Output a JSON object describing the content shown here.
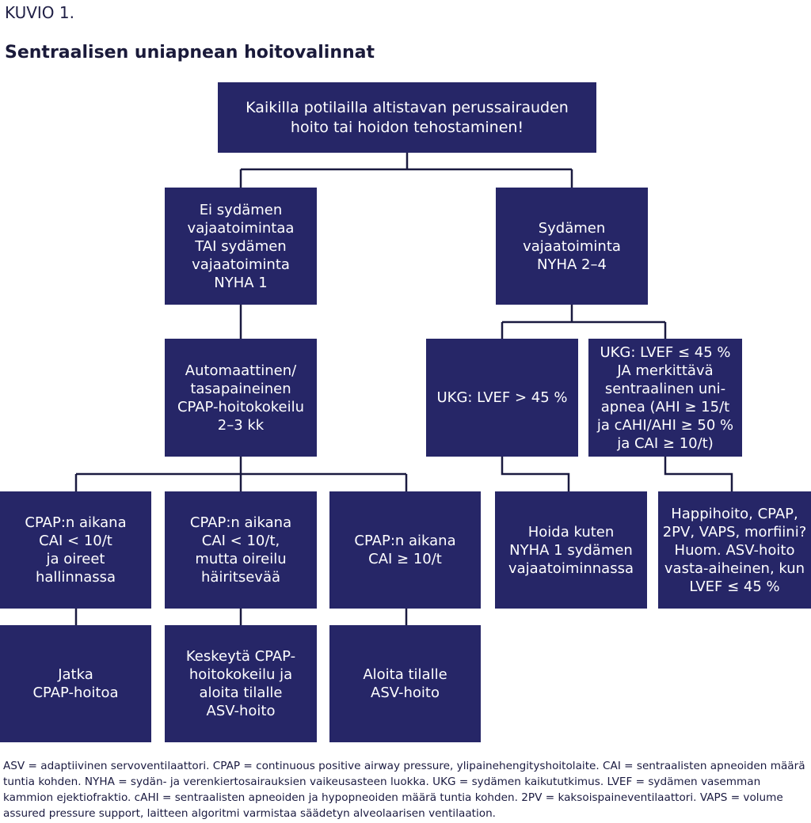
{
  "header": {
    "figure_label": "KUVIO 1.",
    "title": "Sentraalisen uniapnean hoitovalinnat"
  },
  "boxes": {
    "root": "Kaikilla potilailla altistavan perussairauden\nhoito tai hoidon tehostaminen!",
    "no_heart_failure": "Ei sydämen\nvajaatoimintaa\nTAI sydämen\nvajaatoiminta\nNYHA 1",
    "heart_failure": "Sydämen\nvajaatoiminta\nNYHA 2–4",
    "cpap_trial": "Automaattinen/\ntasapaineinen\nCPAP-hoitokokeilu\n2–3 kk",
    "lvef_over_45": "UKG: LVEF > 45 %",
    "lvef_under_45": "UKG: LVEF ≤ 45 %\nJA merkittävä\nsentraalinen uni-\napnea (AHI ≥ 15/t\nja cAHI/AHI ≥ 50 %\nja CAI ≥ 10/t)",
    "cpap_controlled": "CPAP:n aikana\nCAI < 10/t\nja oireet\nhallinnassa",
    "cpap_disturbing": "CPAP:n aikana\nCAI < 10/t,\nmutta oireilu\nhäiritsevää",
    "cpap_cai_high": "CPAP:n aikana\nCAI ≥ 10/t",
    "treat_nyha1": "Hoida kuten\nNYHA 1 sydämen\nvajaatoiminnassa",
    "oxygen_options": "Happihoito, CPAP,\n2PV, VAPS, morfiini?\nHuom. ASV-hoito\nvasta-aiheinen, kun\nLVEF ≤ 45 %",
    "continue_cpap": "Jatka\nCPAP-hoitoa",
    "stop_cpap_start_asv": "Keskeytä CPAP-\nhoitokokeilu ja\naloita tilalle\nASV-hoito",
    "start_asv": "Aloita tilalle\nASV-hoito"
  },
  "footnote": "ASV = adaptiivinen servoventilaattori. CPAP = continuous positive airway pressure, ylipainehengityshoitolaite. CAI = sentraalisten apneoiden määrä tuntia kohden. NYHA = sydän- ja verenkiertosairauksien vaikeusasteen luokka. UKG = sydämen kaikututkimus. LVEF = sydämen vasemman kammion ejektiofraktio. cAHI = sentraalisten apneoiden ja hypopneoiden määrä tuntia kohden. 2PV = kaksoispaineventilaattori. VAPS = volume assured pressure support, laitteen algoritmi varmistaa säädetyn alveolaarisen ventilaation.",
  "colors": {
    "box_fill": "#262667",
    "box_text": "#ffffff",
    "connector": "#1a1a40"
  }
}
